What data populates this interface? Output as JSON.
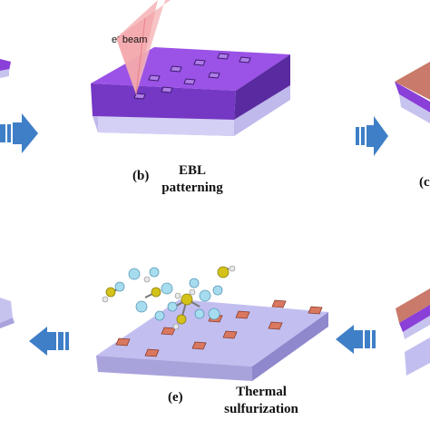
{
  "panels": {
    "b": {
      "tag": "(b)",
      "caption_line1": "EBL",
      "caption_line2": "patterning",
      "beam_label": "e",
      "beam_label_sup": "-",
      "beam_label_suffix": " beam"
    },
    "c": {
      "tag_partial": "(c"
    },
    "e": {
      "tag": "(e)",
      "caption_line1": "Thermal",
      "caption_line2": "sulfurization"
    }
  },
  "colors": {
    "purple_top": "#8a3fd8",
    "purple_front": "#6a2db5",
    "lavender_layer": "#c7c3ef",
    "lavender_side": "#a9a3dc",
    "arrow_blue": "#3f7fc7",
    "square_fill": "#d9785f",
    "salmon_top": "#c97a6a",
    "sulfur": "#d4c21a",
    "metal_ion": "#a7dcef"
  },
  "icons": [
    "electron-beam-cone-icon",
    "right-arrow-icon",
    "left-arrow-icon",
    "molecule-icon"
  ]
}
